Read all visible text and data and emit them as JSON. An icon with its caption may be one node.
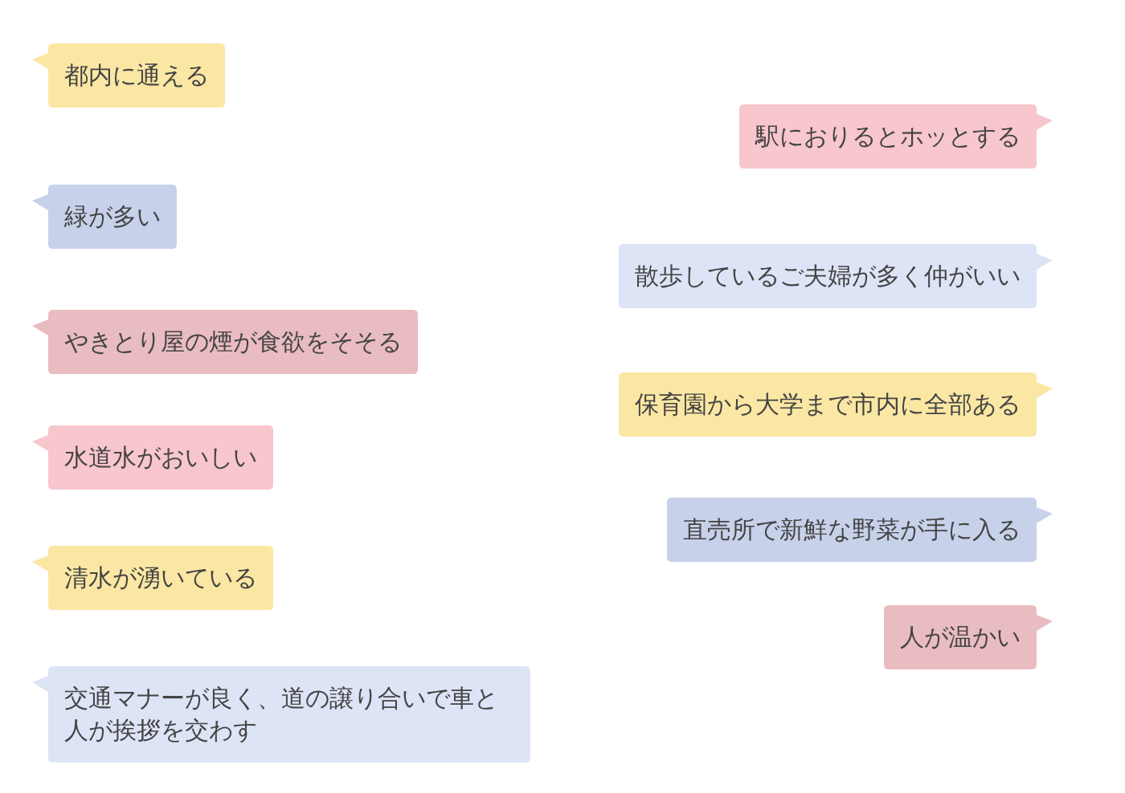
{
  "diagram": {
    "nodes": [
      {
        "text": [
          "都内に通える"
        ]
      },
      {
        "text": [
          "駅におりるとホッとする"
        ]
      },
      {
        "text": [
          "緑が多い"
        ]
      },
      {
        "text": [
          "散歩しているご夫婦が多く仲がいい"
        ]
      },
      {
        "text": [
          "やきとり屋の煙が食欲をそそる"
        ]
      },
      {
        "text": [
          "保育園から大学まで市内に全部ある"
        ]
      },
      {
        "text": [
          "水道水がおいしい"
        ]
      },
      {
        "text": [
          "直売所で新鮮な野菜が手に入る"
        ]
      },
      {
        "text": [
          "清水が湧いている"
        ]
      },
      {
        "text": [
          "人が温かい"
        ]
      },
      {
        "text": [
          "交通マナーが良く、道の譲り合いで車と人が挨拶を交わす"
        ]
      }
    ]
  }
}
